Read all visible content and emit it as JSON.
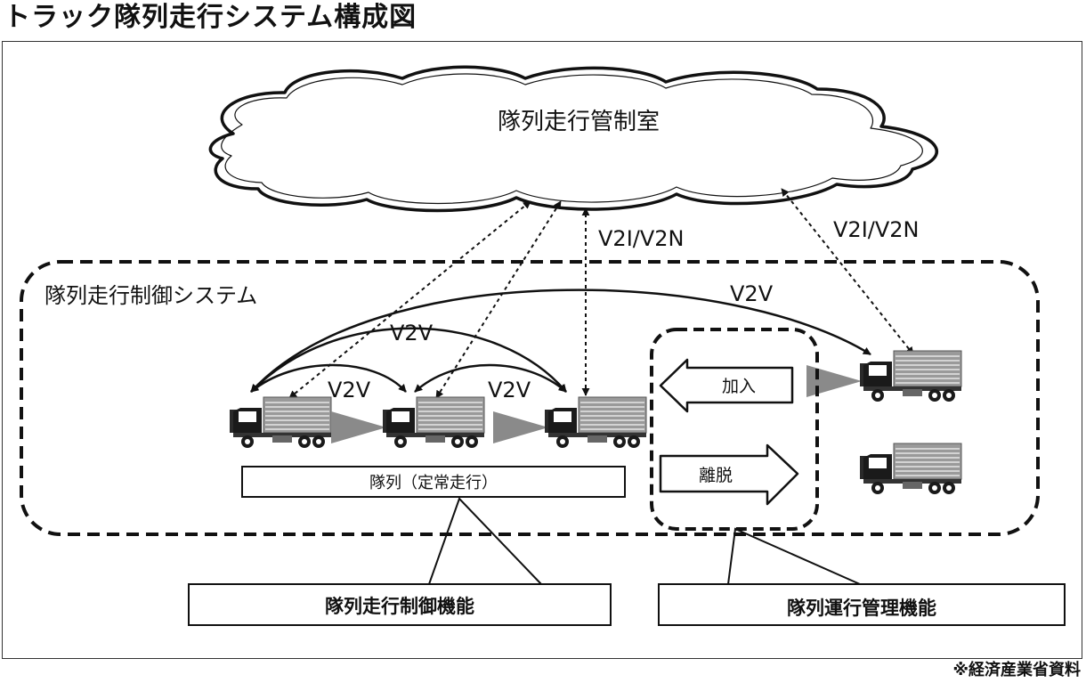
{
  "title": "トラック隊列走行システム構成図",
  "source": "※経済産業省資料",
  "cloud": {
    "label": "隊列走行管制室"
  },
  "links": {
    "v2i_left": "V2I/V2N",
    "v2i_right": "V2I/V2N",
    "v2v_top": "V2V",
    "v2v_mid": "V2V",
    "v2v_left": "V2V",
    "v2v_right": "V2V"
  },
  "system": {
    "label": "隊列走行制御システム"
  },
  "platoon": {
    "label": "隊列（定常走行）"
  },
  "actions": {
    "join": "加入",
    "leave": "離脱"
  },
  "functions": {
    "control": "隊列走行制御機能",
    "management": "隊列運行管理機能"
  },
  "colors": {
    "line": "#111111",
    "cargo": "#9a9a9a",
    "cab": "#1a1a1a",
    "beam": "#8a8a8a"
  }
}
